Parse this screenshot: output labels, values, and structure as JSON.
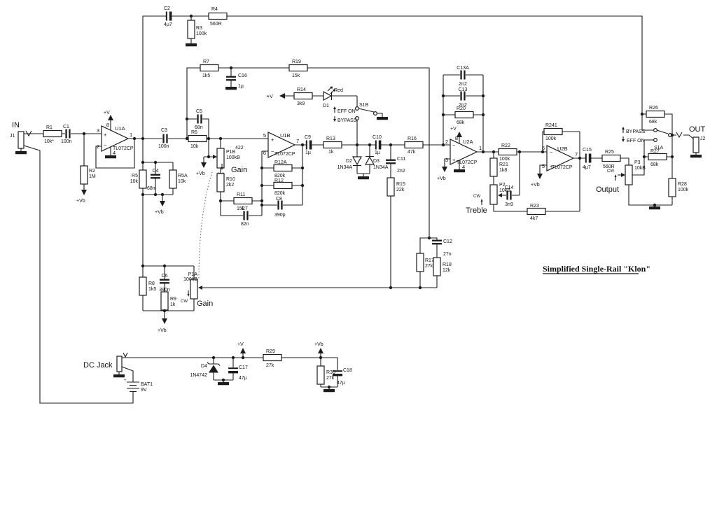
{
  "labels": {
    "title": "Simplified Single-Rail \"Klon\"",
    "in": "IN",
    "out": "OUT",
    "j1": "J1",
    "j2": "J2",
    "dc_jack": "DC Jack",
    "gain": "Gain",
    "treble": "Treble",
    "output": "Output",
    "eff_on": "EFF ON",
    "bypass": "BYPASS",
    "s1a": "S1A",
    "s1b": "S1B",
    "v": "+V",
    "vb": "+Vb",
    "cw": "CW",
    "plus": "+",
    "minus": "−",
    "note": "422",
    "batt_plus": "+"
  },
  "c": {
    "r1": [
      "R1",
      "10k*"
    ],
    "r2": [
      "R2",
      "1M"
    ],
    "r3": [
      "R3",
      "100k"
    ],
    "r4": [
      "R4",
      "560R"
    ],
    "r5": [
      "R5",
      "10k"
    ],
    "r5a": [
      "R5A",
      "10k"
    ],
    "r6": [
      "R6",
      "10k"
    ],
    "r7": [
      "R7",
      "1k5"
    ],
    "r8": [
      "R8",
      "1k5"
    ],
    "r9": [
      "R9",
      "1k"
    ],
    "r10": [
      "R10",
      "2k2"
    ],
    "r11": [
      "R11",
      "15k"
    ],
    "r12": [
      "R12",
      "820k"
    ],
    "r12a": [
      "R12A",
      "820k"
    ],
    "r13": [
      "R13",
      "1k"
    ],
    "r14": [
      "R14",
      "3k9"
    ],
    "r15": [
      "R15",
      "22k"
    ],
    "r16": [
      "R16",
      "47k"
    ],
    "r17": [
      "R17",
      "27k"
    ],
    "r18": [
      "R18",
      "12k"
    ],
    "r19": [
      "R19",
      "15k"
    ],
    "r20": [
      "R20",
      "68k"
    ],
    "r21": [
      "R21",
      "1k8"
    ],
    "r22": [
      "R22",
      "100k"
    ],
    "r23": [
      "R23",
      "4k7"
    ],
    "r241": [
      "R241",
      "100k"
    ],
    "r25": [
      "R25",
      "560R"
    ],
    "r26": [
      "R26",
      "68k"
    ],
    "r27": [
      "R27",
      "68k"
    ],
    "r28": [
      "R28",
      "100k"
    ],
    "r29": [
      "R29",
      "27k"
    ],
    "r30": [
      "R30",
      "27k"
    ],
    "c1": [
      "C1",
      "100n"
    ],
    "c2": [
      "C2",
      "4µ7"
    ],
    "c3": [
      "C3",
      "100n"
    ],
    "c4": [
      "C4",
      "68n"
    ],
    "c5": [
      "C5",
      "68n"
    ],
    "c6": [
      "C6",
      "390n"
    ],
    "c7": [
      "C7",
      "82n"
    ],
    "c8": [
      "C8",
      "390p"
    ],
    "c9": [
      "C9",
      "1µ"
    ],
    "c10": [
      "C10",
      "1µ"
    ],
    "c11": [
      "C11",
      "2n2"
    ],
    "c12": [
      "C12",
      "27n"
    ],
    "c13": [
      "C13",
      "2n2"
    ],
    "c13a": [
      "C13A",
      "2n2"
    ],
    "c14": [
      "C14",
      "3n9"
    ],
    "c15": [
      "C15",
      "4µ7"
    ],
    "c16": [
      "C16",
      "1µ"
    ],
    "c17": [
      "C17",
      "47µ"
    ],
    "c18": [
      "C18",
      "47µ"
    ],
    "d1": [
      "D1",
      "Red"
    ],
    "d2": [
      "D2",
      "1N34A"
    ],
    "d3": [
      "D3",
      "1N34A"
    ],
    "d4": [
      "D4",
      "1N4742"
    ],
    "p1a": [
      "P1A",
      "100kB"
    ],
    "p1b": [
      "P1B",
      "100kB"
    ],
    "p2": [
      "P2",
      "10kB"
    ],
    "p3": [
      "P3",
      "10kB"
    ],
    "bat1": [
      "BAT1",
      "9V"
    ]
  },
  "u": {
    "u1a": {
      "ref": "U1A",
      "part": "TL072CP",
      "pins": {
        "inp": "3",
        "inn": "2",
        "out": "1",
        "v": "8",
        "g": "4"
      }
    },
    "u1b": {
      "ref": "U1B",
      "part": "TL072CP",
      "pins": {
        "inp": "5",
        "inn": "6",
        "out": "7"
      }
    },
    "u2a": {
      "ref": "U2A",
      "part": "TL072CP",
      "pins": {
        "inp": "3",
        "inn": "2",
        "out": "1",
        "v": "8",
        "g": "4"
      }
    },
    "u2b": {
      "ref": "U2B",
      "part": "TL072CP",
      "pins": {
        "inp": "5",
        "inn": "6",
        "out": "7"
      }
    }
  }
}
